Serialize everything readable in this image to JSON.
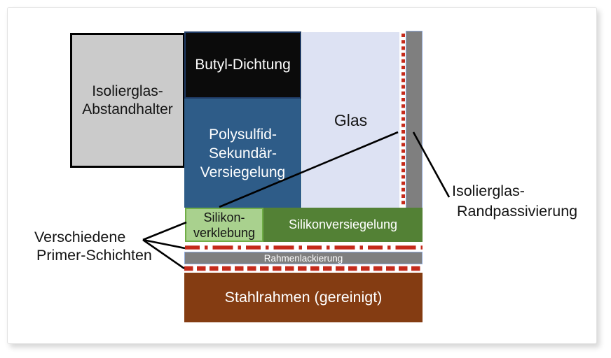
{
  "colors": {
    "page_bg": "#ffffff",
    "card_bg": "#ffffff",
    "card_border": "#e2e2e2",
    "pointer_line": "#000000",
    "primer_red": "#c52a1b",
    "spacer_fill": "#cbcbcb",
    "spacer_border": "#000000",
    "butyl_fill": "#0b0b0b",
    "butyl_border": "#1f3a64",
    "polysulfide_fill": "#2e5c88",
    "glass_fill": "#dde2f3",
    "edge_strip_fill": "#7f7f7f",
    "edge_strip_border": "#8ea9db",
    "bond_fill": "#a9d18e",
    "bond_border": "#70ad47",
    "seal_fill": "#538135",
    "coating_fill": "#7f7f7f",
    "coating_border": "#8ea9db",
    "steel_fill": "#843c12",
    "text_dark": "#141414",
    "text_light": "#ffffff"
  },
  "boxes": {
    "spacer": {
      "lines": [
        "Isolierglas-",
        "Abstandhalter"
      ]
    },
    "butyl": {
      "label": "Butyl-Dichtung"
    },
    "polysulfide": {
      "lines": [
        "Polysulfid-",
        "Sekundär-",
        "Versiegelung"
      ]
    },
    "glass": {
      "label": "Glas"
    },
    "silicone_bond": {
      "lines": [
        "Silikon-",
        "verklebung"
      ]
    },
    "silicone_seal": {
      "label": "Silikonversiegelung"
    },
    "frame_coating": {
      "label": "Rahmenlackierung"
    },
    "steel_frame": {
      "label": "Stahlrahmen (gereinigt)"
    }
  },
  "callouts": {
    "primers": {
      "lines": [
        "Verschiedene",
        "Primer-Schichten"
      ]
    },
    "edge_passivation": {
      "lines": [
        "Isolierglas-",
        "Randpassivierung"
      ]
    }
  }
}
